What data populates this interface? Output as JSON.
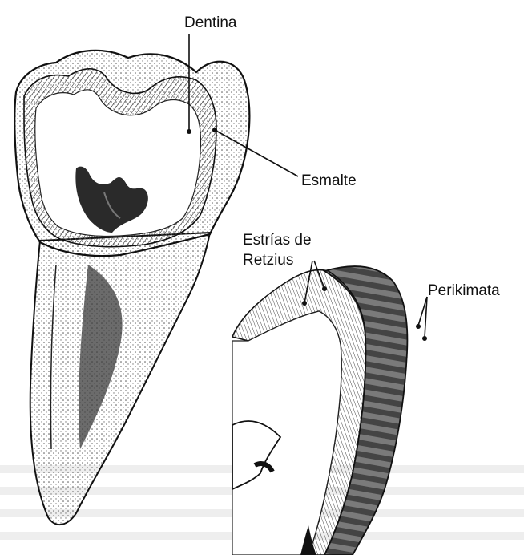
{
  "labels": {
    "dentina": "Dentina",
    "esmalte": "Esmalte",
    "estrias_line1": "Estrías de",
    "estrias_line2": "Retzius",
    "perikimata": "Perikimata"
  },
  "colors": {
    "ink": "#111111",
    "dentin": "#ffffff",
    "shade": "#6a6a6a",
    "pulp": "#2a2a2a",
    "bleed_text": "#c9c9c9"
  }
}
